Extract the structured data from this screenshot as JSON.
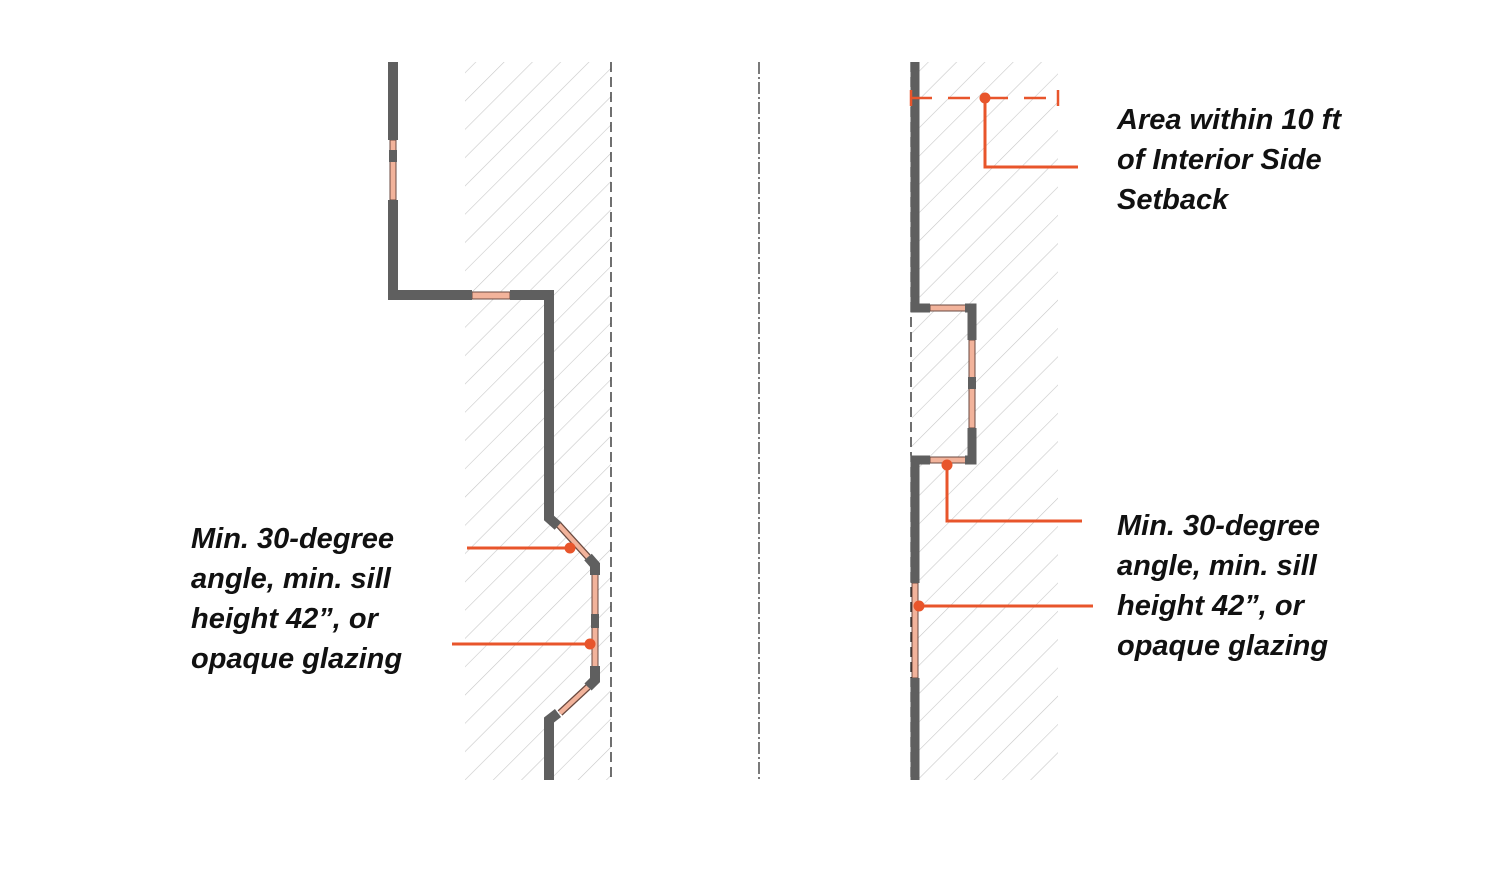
{
  "colors": {
    "wall": "#5f5f5f",
    "glazing": "#f2b39b",
    "accent": "#e8552b",
    "hatch": "#c8c8c8"
  },
  "left_label": [
    "Min. 30-degree",
    "angle, min. sill",
    "height 42”, or",
    "opaque glazing"
  ],
  "right_top_label": [
    "Area within 10 ft",
    "of Interior Side",
    "Setback"
  ],
  "right_bottom_label": [
    "Min. 30-degree",
    "angle, min. sill",
    "height 42”, or",
    "opaque glazing"
  ]
}
